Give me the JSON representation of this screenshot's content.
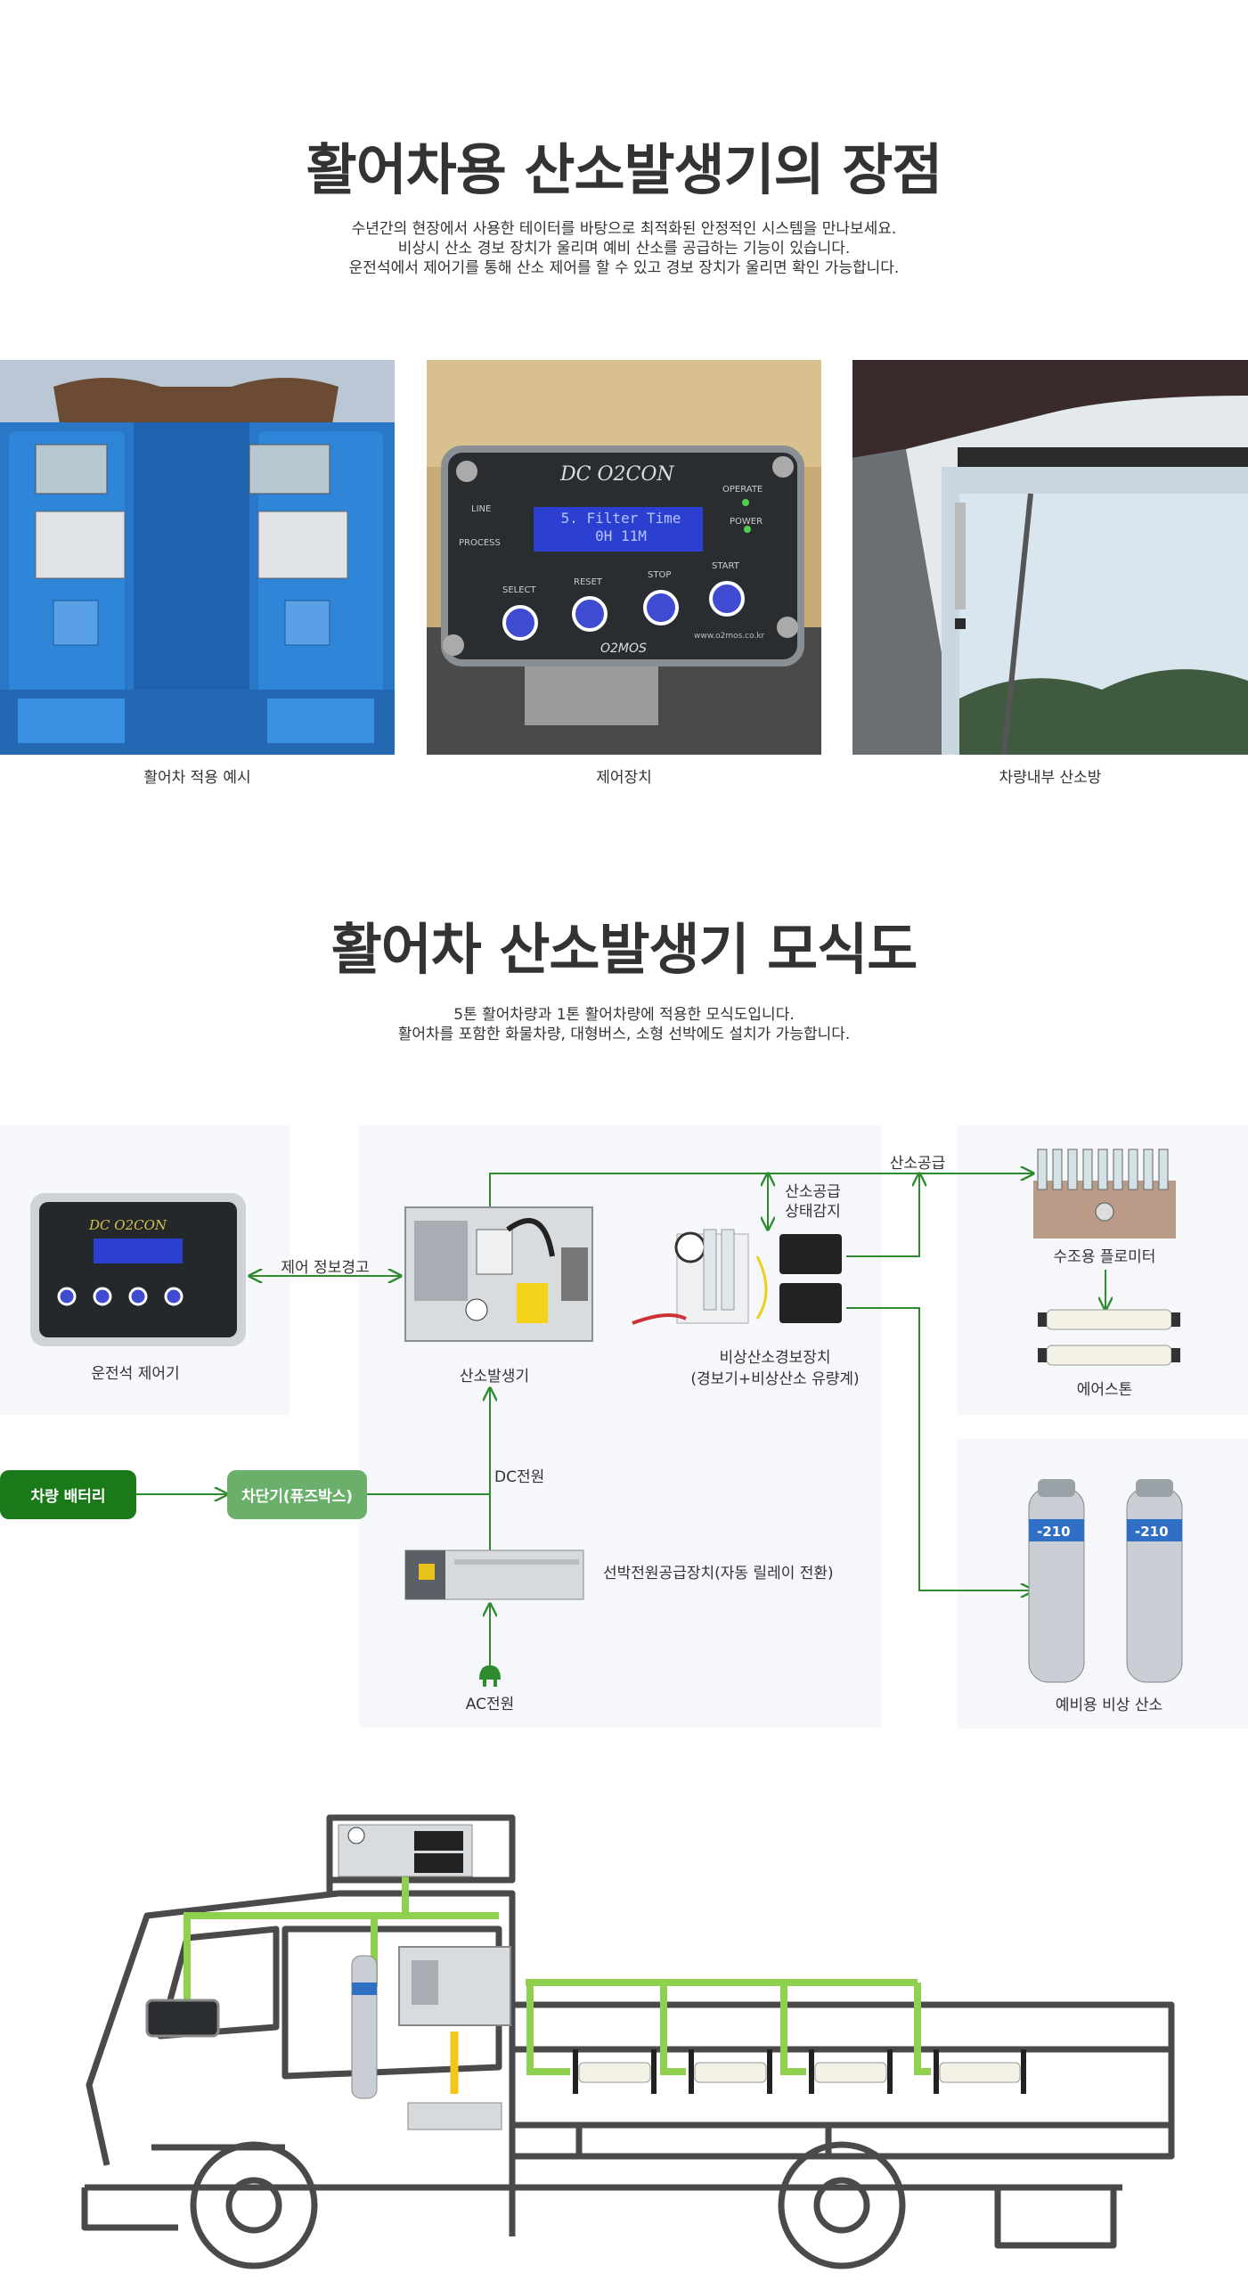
{
  "section1": {
    "title": "활어차용 산소발생기의 장점",
    "lines": [
      "수년간의 현장에서 사용한 테이터를 바탕으로 최적화된 안정적인 시스템을 만나보세요.",
      "비상시 산소 경보 장치가 울리며 예비 산소를 공급하는 기능이 있습니다.",
      "운전석에서 제어기를 통해 산소 제어를 할 수 있고 경보 장치가 울리면 확인 가능합니다."
    ],
    "photos": [
      {
        "caption": "활어차 적용 예시"
      },
      {
        "caption": "제어장치"
      },
      {
        "caption": "차량내부 산소방"
      }
    ],
    "controller": {
      "brand": "DC O2CON",
      "screen_line1": "5. Filter Time",
      "screen_line2": "0H 11M",
      "line": "LINE",
      "process": "PROCESS",
      "operate": "OPERATE",
      "power": "POWER",
      "select": "SELECT",
      "reset": "RESET",
      "stop": "STOP",
      "start": "START",
      "maker": "O2MOS",
      "url": "www.o2mos.co.kr"
    }
  },
  "section2": {
    "title": "활어차 산소발생기 모식도",
    "lines": [
      "5톤 활어차량과 1톤 활어차량에 적용한 모식도입니다.",
      "활어차를 포함한 화물차량, 대형버스, 소형 선박에도 설치가 가능합니다."
    ],
    "labels": {
      "driver_controller": "운전석 제어기",
      "control_alarm": "제어 정보경고",
      "generator": "산소발생기",
      "oxygen_supply": "산소공급",
      "supply_status_1": "산소공급",
      "supply_status_2": "상태감지",
      "emergency_1": "비상산소경보장치",
      "emergency_2": "(경보기+비상산소 유량계)",
      "flowmeter": "수조용 플로미터",
      "airstone": "에어스톤",
      "battery": "차량 배터리",
      "breaker": "차단기(퓨즈박스)",
      "dc_power": "DC전원",
      "ship_power": "선박전원공급장치(자동 릴레이 전환)",
      "ac_power": "AC전원",
      "reserve_oxygen": "예비용 비상 산소",
      "cylinder_mark": "-210"
    },
    "colors": {
      "line_green": "#2e8b2e",
      "battery_green": "#1a7a1a",
      "breaker_green": "#6ab06a",
      "pipe_green": "#8fd14f",
      "pipe_yellow": "#f5c518"
    }
  }
}
